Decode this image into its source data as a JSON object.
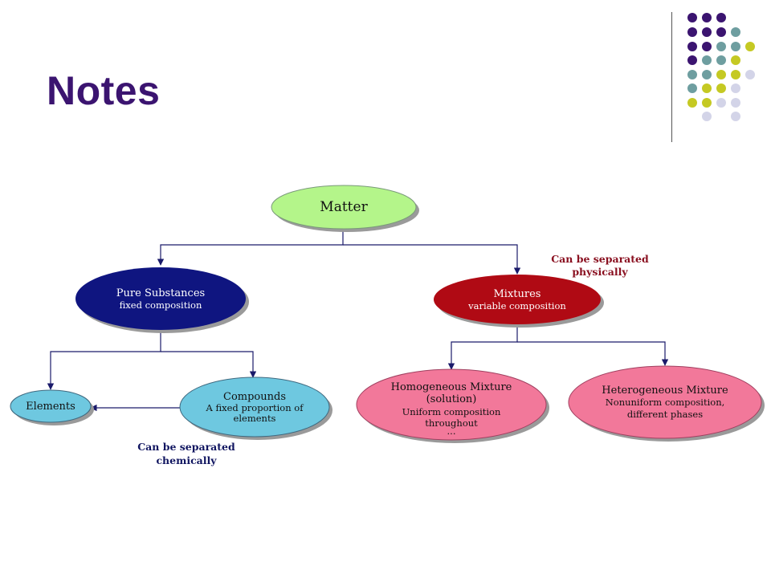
{
  "slide": {
    "title": "Notes"
  },
  "colors": {
    "dot_purple": "#3b1470",
    "dot_teal": "#6e9ea0",
    "dot_olive": "#c5c923",
    "dot_lavender": "#d3d4e8",
    "matter": "#b4f58a",
    "pure": "#0f1580",
    "mixtures": "#b00a14",
    "elements": "#6ec8e0",
    "mixture_pink": "#f2789a",
    "note_red": "#8a1020",
    "note_navy": "#101560"
  },
  "diagram": {
    "matter": {
      "label": "Matter"
    },
    "pure_substances": {
      "label": "Pure Substances",
      "sub": "fixed composition"
    },
    "mixtures": {
      "label": "Mixtures",
      "sub": "variable composition"
    },
    "elements": {
      "label": "Elements"
    },
    "compounds": {
      "label": "Compounds",
      "sub1": "A fixed proportion of",
      "sub2": "elements"
    },
    "homogeneous": {
      "label1": "Homogeneous Mixture",
      "label2": "(solution)",
      "sub1": "Uniform composition",
      "sub2": "throughout",
      "sub3": "..."
    },
    "heterogeneous": {
      "label": "Heterogeneous Mixture",
      "sub1": "Nonuniform composition,",
      "sub2": "different phases"
    },
    "note_physical": {
      "line1": "Can be separated",
      "line2": "physically"
    },
    "note_chemical": {
      "line1": "Can be separated",
      "line2": "chemically"
    }
  }
}
